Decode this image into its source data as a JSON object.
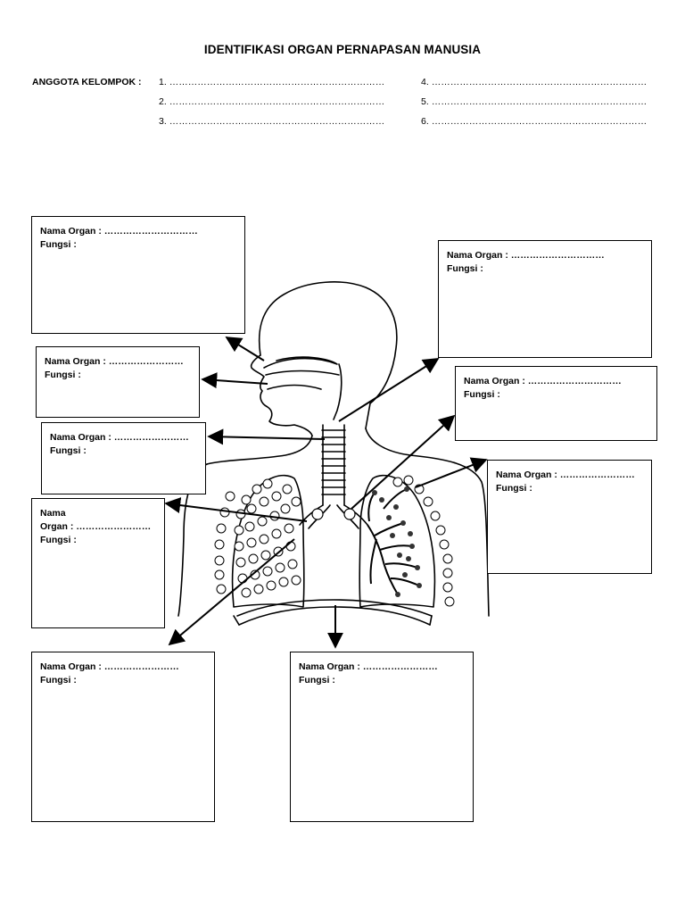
{
  "title": "IDENTIFIKASI ORGAN PERNAPASAN MANUSIA",
  "members": {
    "label": "ANGGOTA KELOMPOK :",
    "items": [
      {
        "num": "1.",
        "dots": "……………………………………………………………"
      },
      {
        "num": "2.",
        "dots": "……………………………………………………………"
      },
      {
        "num": "3.",
        "dots": "……………………………………………………………"
      },
      {
        "num": "4.",
        "dots": "……………………………………………………………"
      },
      {
        "num": "5.",
        "dots": "……………………………………………………………"
      },
      {
        "num": "6.",
        "dots": "……………………………………………………………"
      }
    ]
  },
  "boxes": [
    {
      "organ": "Nama Organ : …………………………",
      "fungsi": "Fungsi :"
    },
    {
      "organ": "Nama Organ : …………………………",
      "fungsi": "Fungsi :"
    },
    {
      "organ": "Nama Organ : ……………………",
      "fungsi": "Fungsi :"
    },
    {
      "organ": "Nama Organ : …………………………",
      "fungsi": "Fungsi :"
    },
    {
      "organ": "Nama Organ : ……………………",
      "fungsi": "Fungsi :"
    },
    {
      "organ": "Nama Organ : ……………………",
      "fungsi": "Fungsi :"
    },
    {
      "organ_line1": "Nama",
      "organ_line2": "Organ : ……………………",
      "fungsi": "Fungsi :"
    },
    {
      "organ": "Nama Organ : ……………………",
      "fungsi": "Fungsi :"
    },
    {
      "organ": "Nama Organ : ……………………",
      "fungsi": "Fungsi :"
    }
  ]
}
